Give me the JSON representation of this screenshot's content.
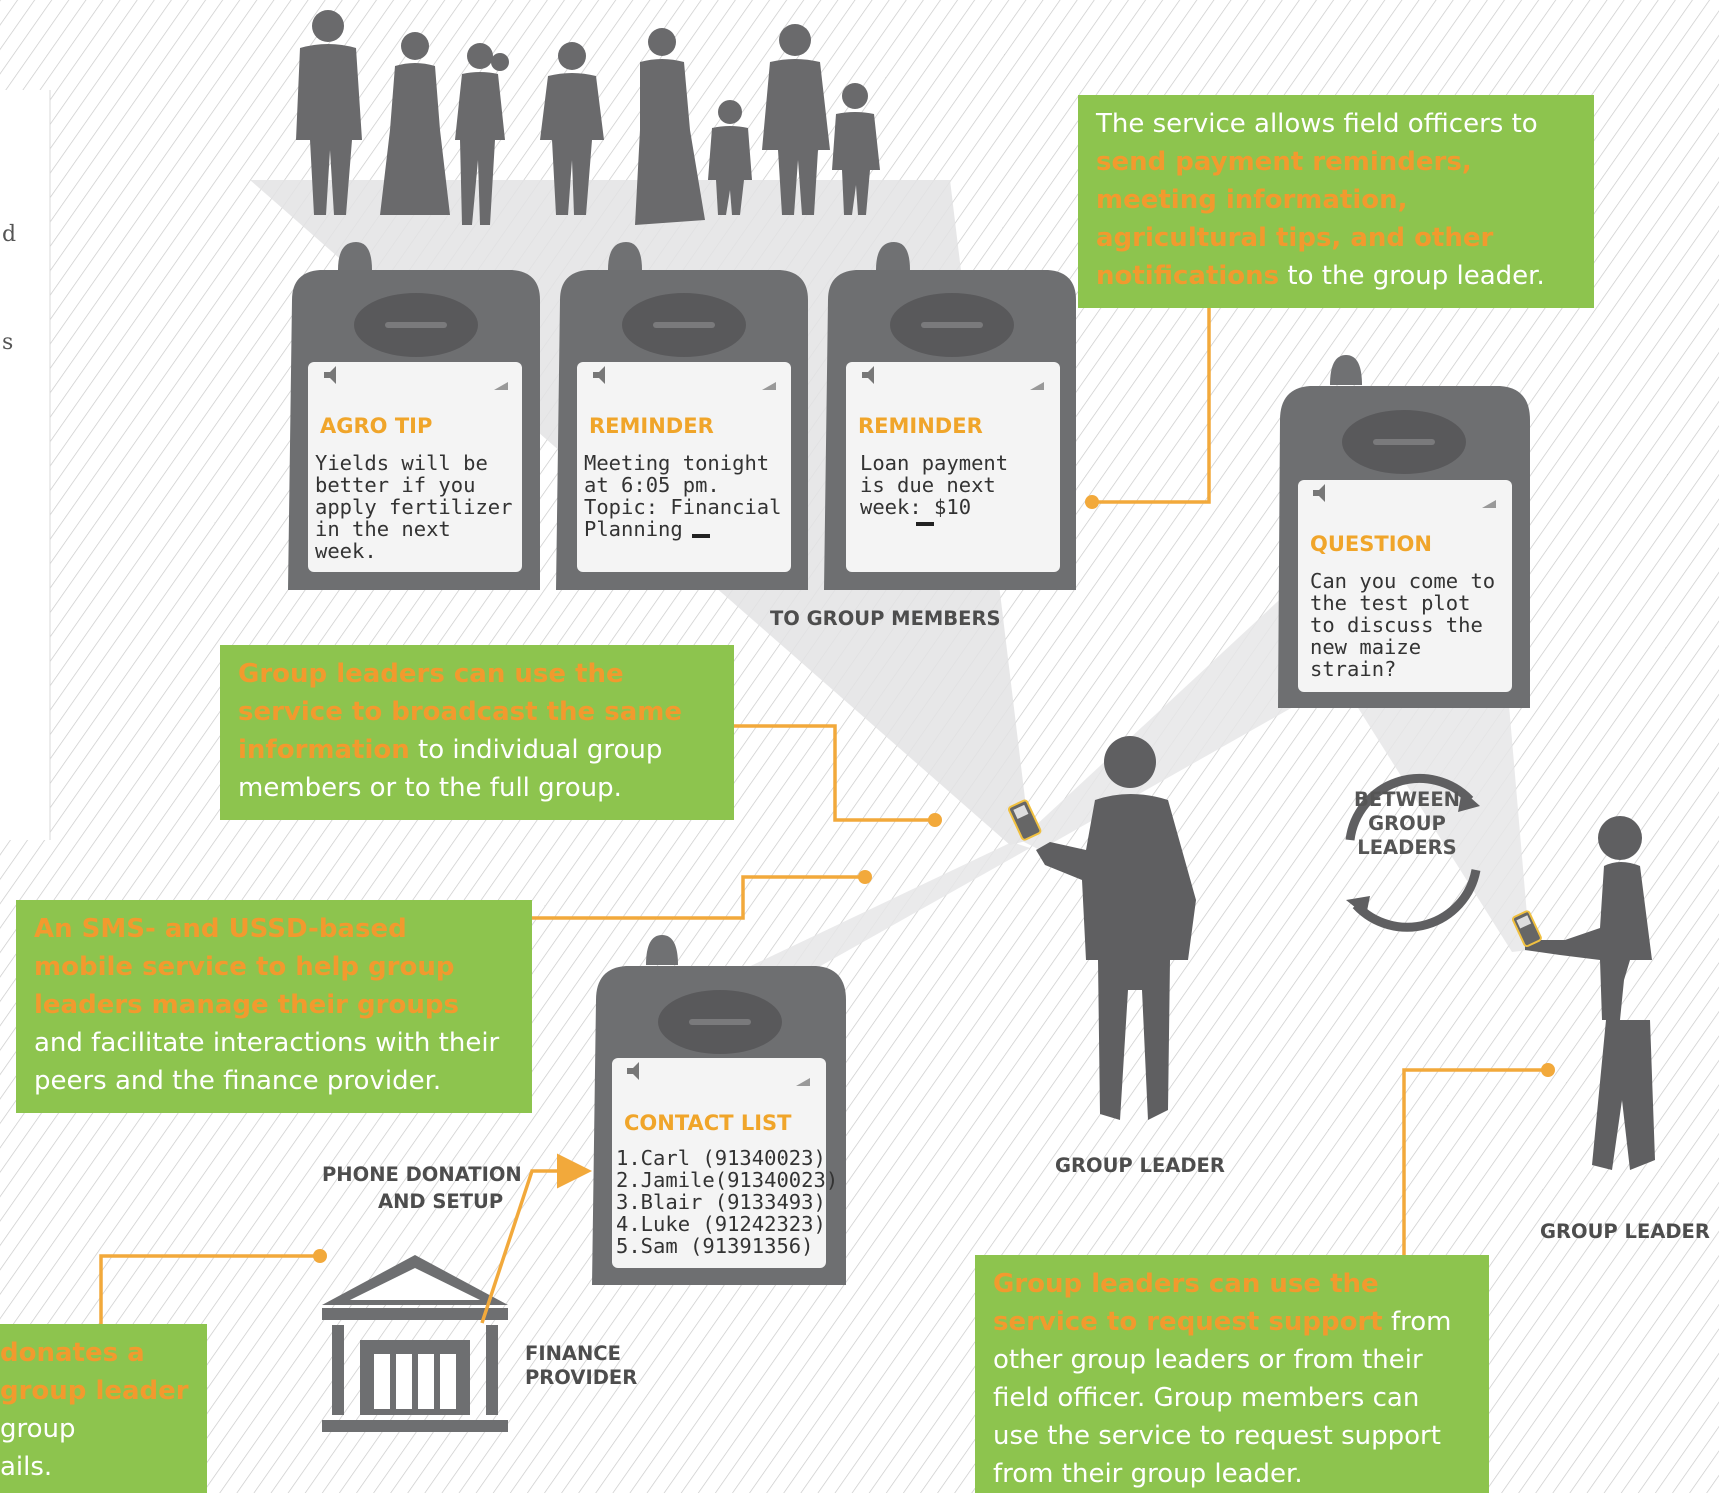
{
  "page_fragment": [
    "d",
    "s"
  ],
  "colors": {
    "accent_green": "#8dc44e",
    "highlight_orange": "#f29a2e",
    "connector": "#f2a93b",
    "silhouette": "#5f5f61",
    "phone_body": "#6e6f71"
  },
  "callouts": {
    "field_officers": {
      "hl": "send payment reminders, meeting information, agricultural tips, and other notifications",
      "pre": "The service allows field officers to",
      "post": "to the group leader."
    },
    "broadcast": {
      "hl": "Group leaders can use the service to broadcast the same information",
      "post": "to individual group members or to the full group."
    },
    "service": {
      "hl": "An SMS- and USSD-based mobile service to help group leaders manage their groups",
      "post": "and facilitate interactions with their peers and the finance provider."
    },
    "donation": {
      "hl_1": "donates a",
      "hl_2": "group leader",
      "post_1": "group",
      "post_2": "ails."
    },
    "support": {
      "hl": "Group leaders can use the service to request support",
      "post": "from other group leaders or from their field officer. Group members can use the service to request support from their group leader."
    }
  },
  "phones": [
    {
      "title": "AGRO TIP",
      "lines": [
        "Yields will be",
        "better if you",
        "apply fertilizer",
        "in the next",
        "week."
      ]
    },
    {
      "title": "REMINDER",
      "lines": [
        "Meeting tonight",
        "at 6:05 pm.",
        "Topic: Financial",
        "Planning"
      ]
    },
    {
      "title": "REMINDER",
      "lines": [
        "Loan payment",
        "is due next",
        "week: $10"
      ]
    },
    {
      "title": "QUESTION",
      "lines": [
        "Can you come to",
        "the test plot",
        "to discuss the",
        "new maize",
        "strain?"
      ]
    },
    {
      "title": "CONTACT LIST",
      "lines": [
        "1.Carl (91340023)",
        "2.Jamile(91340023)",
        "3.Blair (9133493)",
        "4.Luke (91242323)",
        "5.Sam (91391356)"
      ]
    }
  ],
  "labels": {
    "to_group_members": "TO GROUP MEMBERS",
    "group_leader_1": "GROUP LEADER",
    "group_leader_2": "GROUP LEADER",
    "phone_donation_1": "PHONE DONATION",
    "phone_donation_2": "AND SETUP",
    "finance_provider_1": "FINANCE",
    "finance_provider_2": "PROVIDER",
    "between_1": "BETWEEN",
    "between_2": "GROUP",
    "between_3": "LEADERS"
  }
}
